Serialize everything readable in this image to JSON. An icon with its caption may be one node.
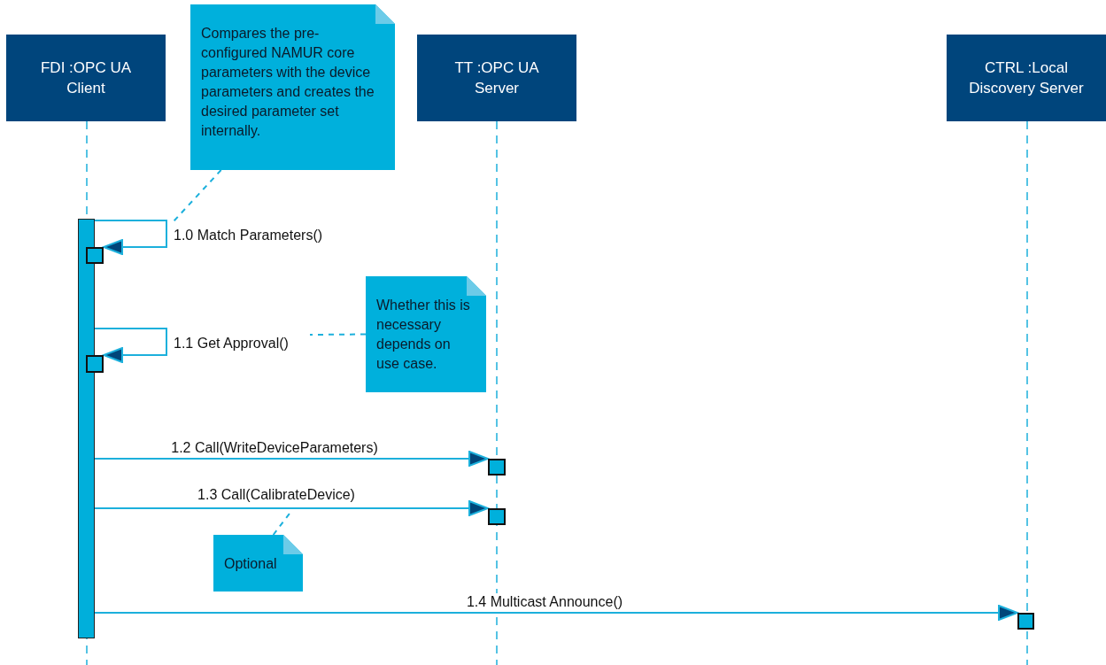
{
  "diagram": {
    "nodes": [
      {
        "text": [
          "FDI :OPC UA Client"
        ]
      },
      {
        "text": [
          "Compares the pre-configured NAMUR core parameters with the device parameters and creates the desired parameter set internally."
        ]
      },
      {
        "text": [
          "TT :OPC UA Server"
        ]
      },
      {
        "text": [
          "CTRL :Local Discovery Server"
        ]
      },
      {
        "text": [],
        "shape": "bar"
      },
      {
        "text": [],
        "shape": "box"
      },
      {
        "text": [
          "Whether this is necessary depends on use case."
        ]
      },
      {
        "text": [],
        "shape": "box"
      },
      {
        "text": [],
        "shape": "box"
      },
      {
        "text": [],
        "shape": "box"
      },
      {
        "text": [
          "Optional"
        ]
      },
      {
        "text": [],
        "shape": "box"
      }
    ],
    "edges": [
      {
        "from": 4,
        "to": 5,
        "arrow": "to",
        "label": "1.0 Match Parameters()"
      },
      {
        "from": 4,
        "to": 7,
        "arrow": "to",
        "label": "1.1 Get Approval()"
      },
      {
        "from": 4,
        "to": 8,
        "arrow": "to",
        "label": "1.2 Call(WriteDeviceParameters)"
      },
      {
        "from": 4,
        "to": 9,
        "arrow": "to",
        "label": "1.3 Call(CalibrateDevice)"
      },
      {
        "from": 4,
        "to": 11,
        "arrow": "to",
        "label": "1.4 Multicast Announce()"
      },
      {
        "from": 1,
        "to": null,
        "arrow": "none",
        "style": "dashed"
      },
      {
        "from": 6,
        "to": null,
        "arrow": "none",
        "style": "dashed"
      },
      {
        "from": 10,
        "to": null,
        "arrow": "none",
        "style": "dashed"
      }
    ]
  }
}
